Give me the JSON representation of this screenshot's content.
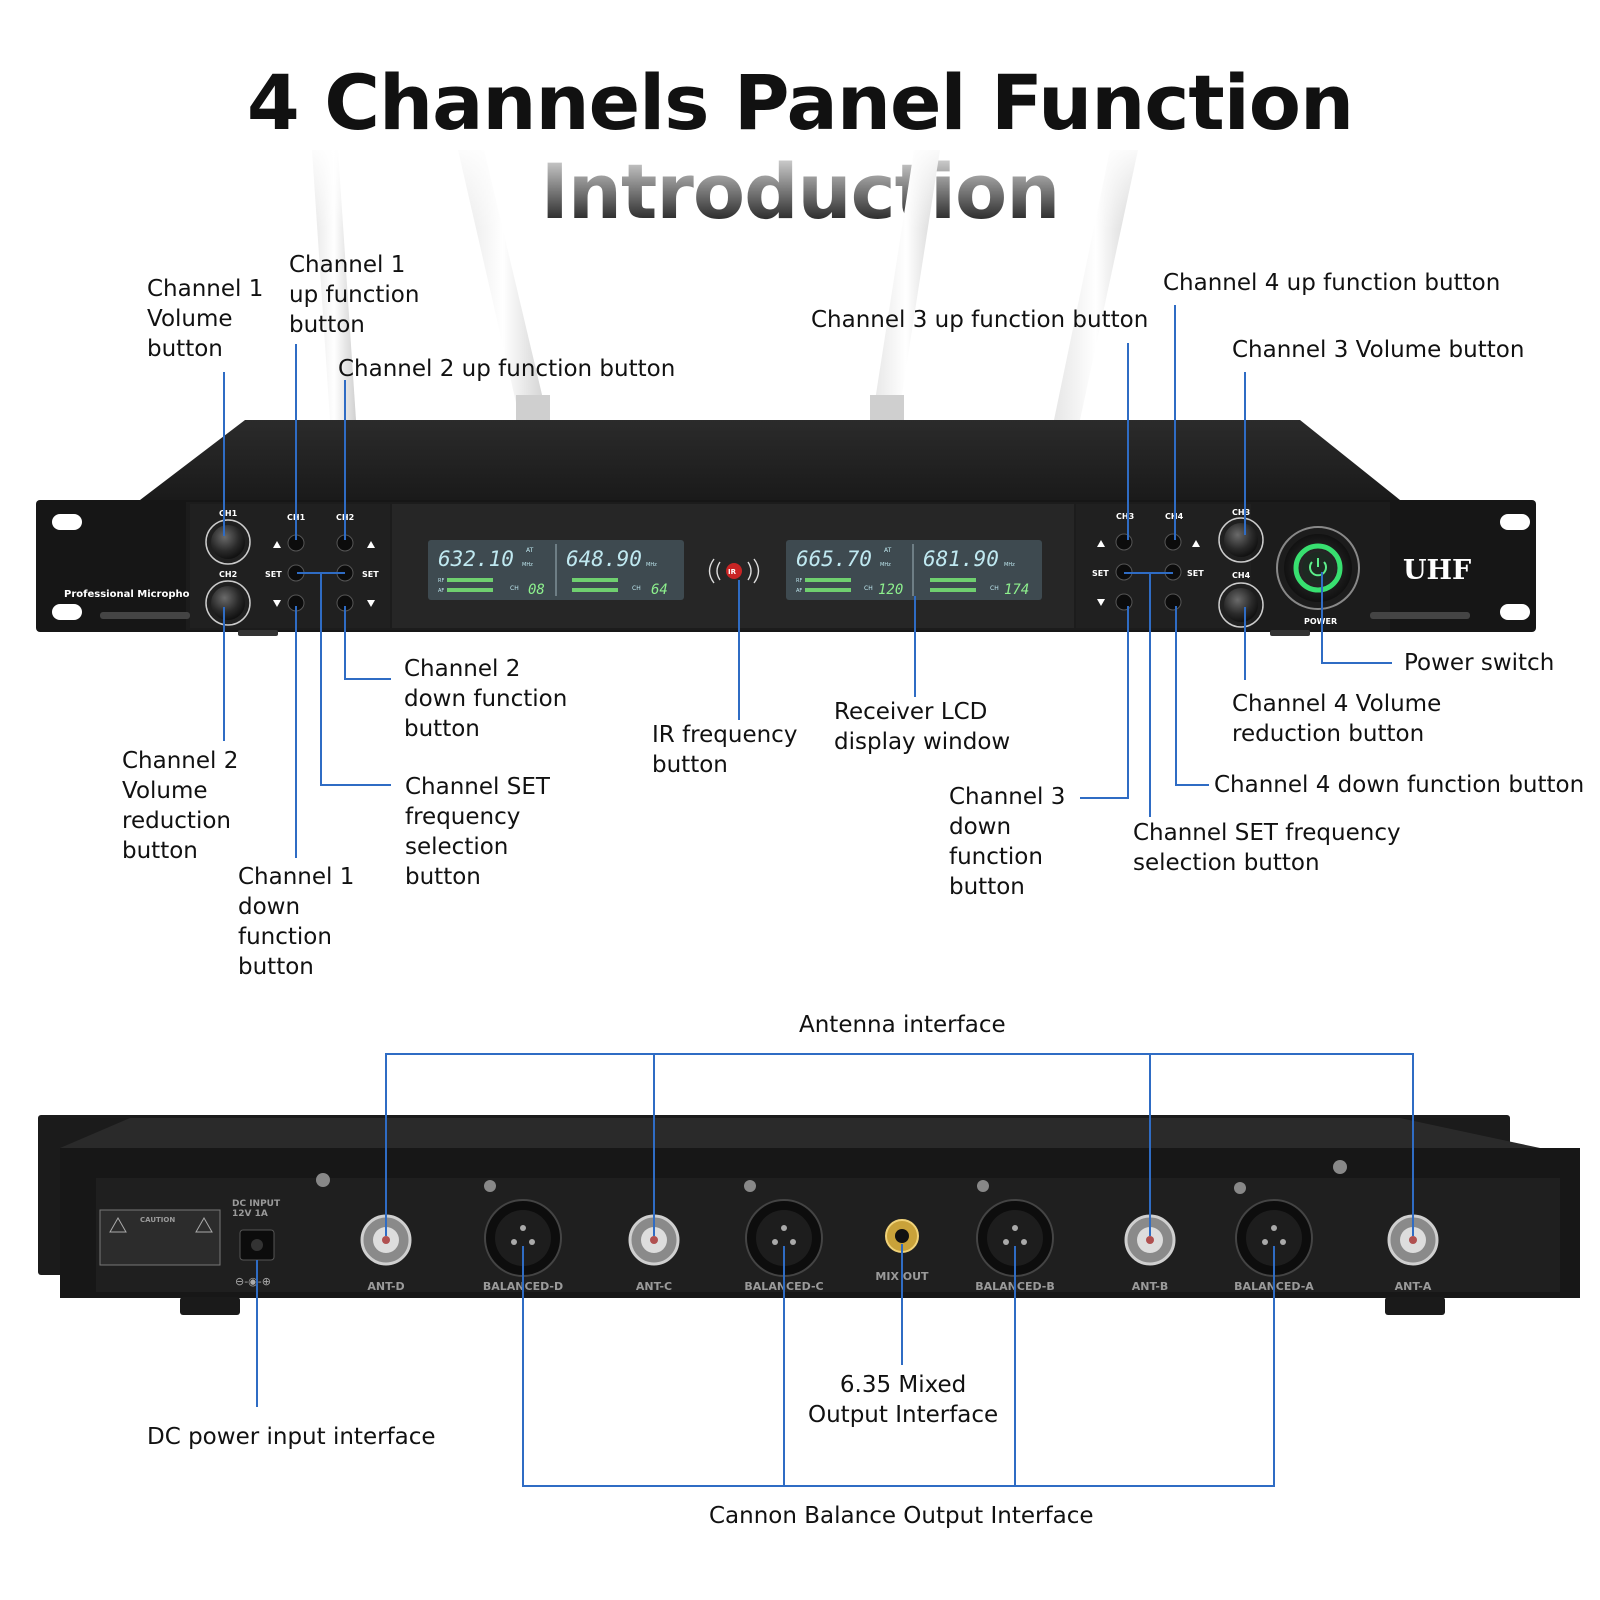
{
  "title": "4 Channels Panel Function Introduction",
  "colors": {
    "line": "#2f6cc4",
    "device": "#1a1a1a",
    "lcd": "#3e4a50",
    "power_ring": "#38e070"
  },
  "device_front": {
    "brand": "UHF",
    "product_label": "Professional Microphone",
    "power_label": "POWER",
    "ir_label": "IR",
    "knob_labels": [
      "CH1",
      "CH2",
      "CH3",
      "CH4"
    ],
    "button_labels": [
      "CH1",
      "CH2",
      "CH3",
      "CH4"
    ],
    "set_labels": [
      "SET",
      "SET",
      "SET",
      "SET"
    ],
    "lcd_left": {
      "freq_a": "632.10",
      "freq_b": "648.90",
      "ch_a": "08",
      "ch_b": "64",
      "unit": "MHz",
      "rf": "RF",
      "af": "AF",
      "ch": "CH",
      "at": "AT"
    },
    "lcd_right": {
      "freq_a": "665.70",
      "freq_b": "681.90",
      "ch_a": "120",
      "ch_b": "174",
      "unit": "MHz",
      "rf": "RF",
      "af": "AF",
      "ch": "CH",
      "at": "AT"
    }
  },
  "device_rear": {
    "dc_label": "DC INPUT\n12V 1A",
    "caution": "CAUTION",
    "ports": [
      "ANT-D",
      "BALANCED-D",
      "ANT-C",
      "BALANCED-C",
      "MIX OUT",
      "BALANCED-B",
      "ANT-B",
      "BALANCED-A",
      "ANT-A"
    ]
  },
  "callouts": {
    "ch1_volume": "Channel 1\nVolume\nbutton",
    "ch1_up": "Channel 1\nup function\nbutton",
    "ch2_up": "Channel 2 up function button",
    "ch3_up": "Channel 3 up function button",
    "ch4_up": "Channel 4 up function button",
    "ch3_volume": "Channel 3 Volume button",
    "power_switch": "Power switch",
    "ch2_down": "Channel 2\ndown function\nbutton",
    "ir_button": "IR frequency\nbutton",
    "lcd_window": "Receiver LCD\ndisplay window",
    "ch4_volume_down": "Channel 4 Volume\nreduction button",
    "ch2_volume_down": "Channel 2\nVolume\nreduction\nbutton",
    "set_left": "Channel SET\nfrequency\nselection\nbutton",
    "ch4_down": "Channel 4 down function button",
    "ch3_down": "Channel 3\ndown\nfunction\nbutton",
    "set_right": "Channel SET frequency\nselection button",
    "ch1_down": "Channel 1\ndown\nfunction\nbutton",
    "antenna": "Antenna interface",
    "mix_out": "6.35 Mixed\nOutput Interface",
    "dc_input": "DC power input interface",
    "cannon": "Cannon Balance Output Interface"
  }
}
